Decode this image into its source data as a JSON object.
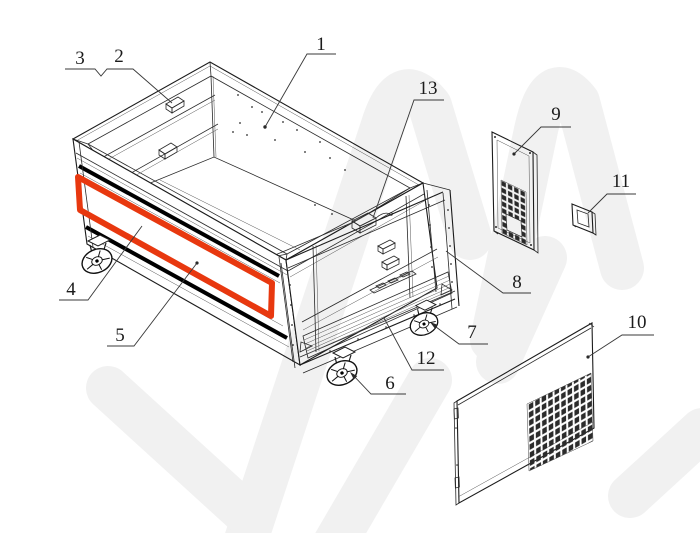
{
  "figure": {
    "kind": "exploded parts diagram",
    "background_color": "#ffffff",
    "line_color": "#222222",
    "highlight_color": "#e8380f",
    "watermark_color": "#f1f1f1",
    "callouts": [
      {
        "label": "1"
      },
      {
        "label": "2"
      },
      {
        "label": "3"
      },
      {
        "label": "4"
      },
      {
        "label": "5"
      },
      {
        "label": "6"
      },
      {
        "label": "7"
      },
      {
        "label": "8"
      },
      {
        "label": "9"
      },
      {
        "label": "10"
      },
      {
        "label": "11"
      },
      {
        "label": "12"
      },
      {
        "label": "13"
      }
    ]
  }
}
